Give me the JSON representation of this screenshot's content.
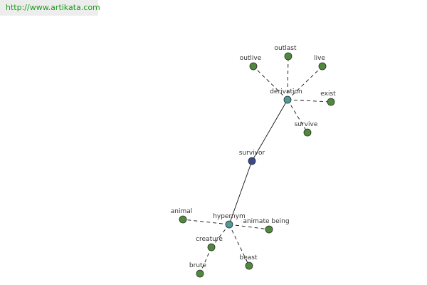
{
  "header": {
    "url_text": "http://www.artikata.com"
  },
  "graph": {
    "colors": {
      "center": "#3b4a8c",
      "hub": "#4f9a96",
      "leaf": "#4f8a3c",
      "outline": "#2a2a2a",
      "edge": "#111111"
    },
    "nodes": [
      {
        "id": "survivor",
        "label": "survivor",
        "kind": "center"
      },
      {
        "id": "derivation",
        "label": "derivation",
        "kind": "hub"
      },
      {
        "id": "hypernym",
        "label": "hypernym",
        "kind": "hub"
      },
      {
        "id": "outlive",
        "label": "outlive",
        "kind": "leaf"
      },
      {
        "id": "outlast",
        "label": "outlast",
        "kind": "leaf"
      },
      {
        "id": "live",
        "label": "live",
        "kind": "leaf"
      },
      {
        "id": "exist",
        "label": "exist",
        "kind": "leaf"
      },
      {
        "id": "survive",
        "label": "survive",
        "kind": "leaf"
      },
      {
        "id": "animal",
        "label": "animal",
        "kind": "leaf"
      },
      {
        "id": "animate_being",
        "label": "animate being",
        "kind": "leaf"
      },
      {
        "id": "creature",
        "label": "creature",
        "kind": "leaf"
      },
      {
        "id": "beast",
        "label": "beast",
        "kind": "leaf"
      },
      {
        "id": "brute",
        "label": "brute",
        "kind": "leaf"
      }
    ],
    "edges": [
      {
        "from": "survivor",
        "to": "derivation",
        "style": "solid"
      },
      {
        "from": "survivor",
        "to": "hypernym",
        "style": "solid"
      },
      {
        "from": "derivation",
        "to": "outlive",
        "style": "dashed"
      },
      {
        "from": "derivation",
        "to": "outlast",
        "style": "dashed"
      },
      {
        "from": "derivation",
        "to": "live",
        "style": "dashed"
      },
      {
        "from": "derivation",
        "to": "exist",
        "style": "dashed"
      },
      {
        "from": "derivation",
        "to": "survive",
        "style": "dashed"
      },
      {
        "from": "hypernym",
        "to": "animal",
        "style": "dashed"
      },
      {
        "from": "hypernym",
        "to": "animate_being",
        "style": "dashed"
      },
      {
        "from": "hypernym",
        "to": "creature",
        "style": "dashed"
      },
      {
        "from": "hypernym",
        "to": "beast",
        "style": "dashed"
      },
      {
        "from": "creature",
        "to": "brute",
        "style": "dashed"
      }
    ]
  }
}
